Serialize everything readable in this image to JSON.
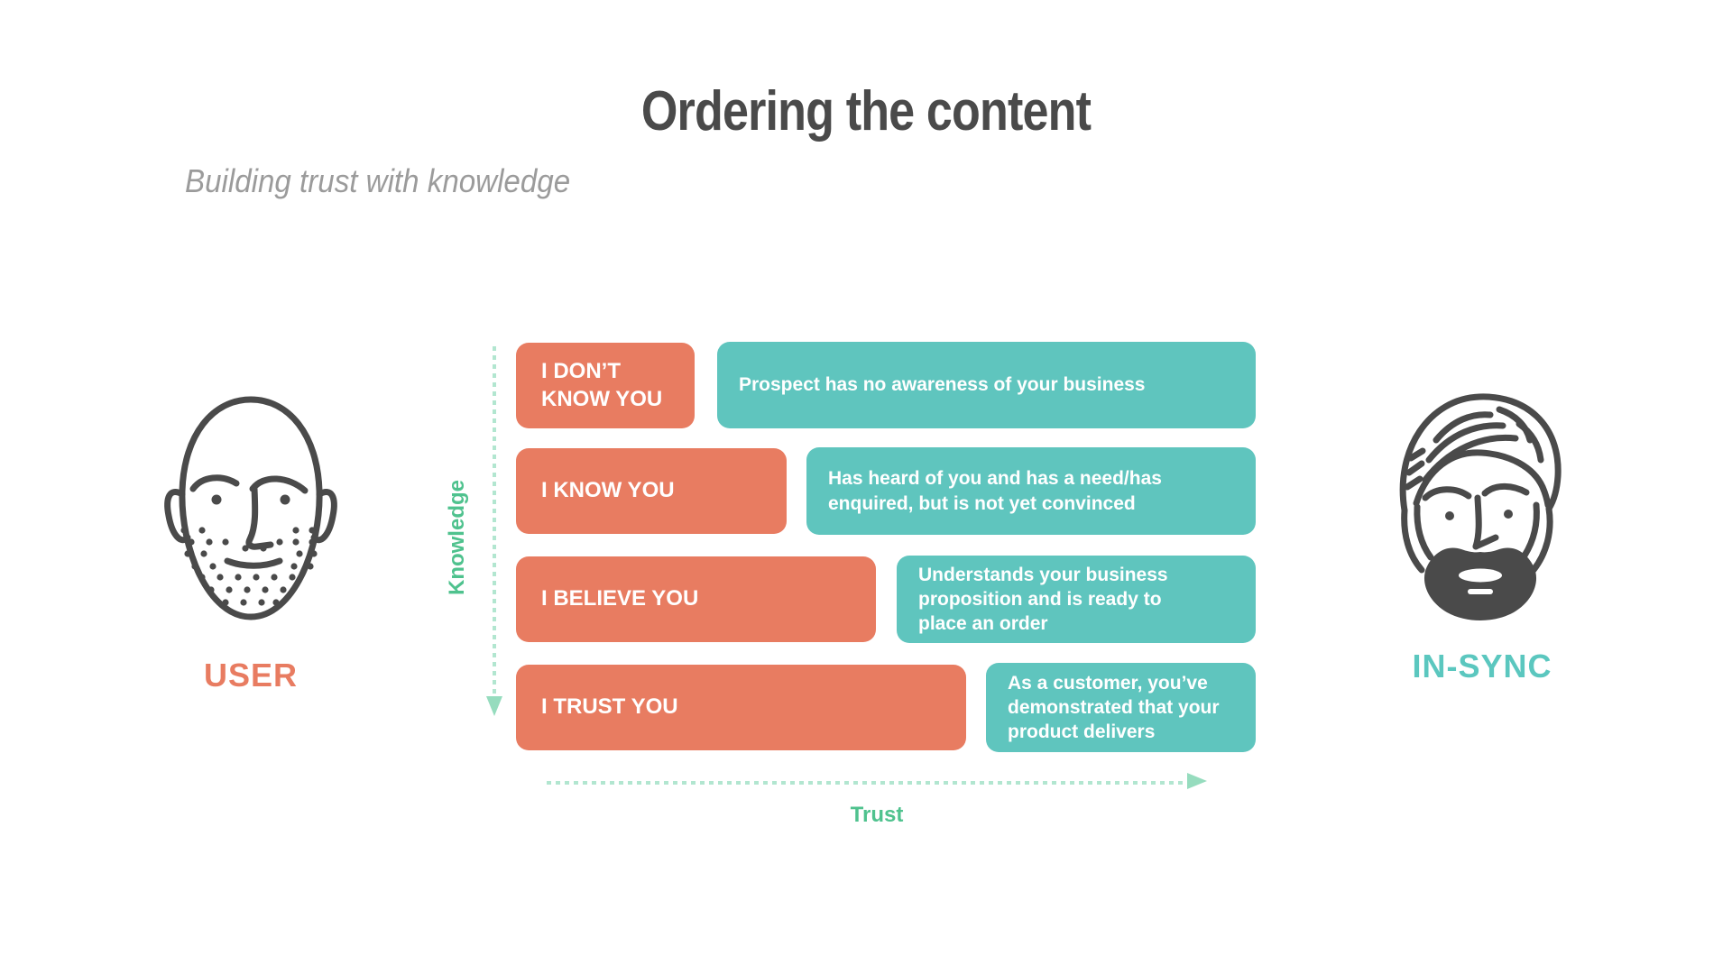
{
  "title": "Ordering the content",
  "subtitle": "Building trust with knowledge",
  "axes": {
    "vertical_label": "Knowledge",
    "horizontal_label": "Trust"
  },
  "stages": [
    {
      "stage": "I DON’T\nKNOW YOU",
      "description": "Prospect has no awareness of your business"
    },
    {
      "stage": "I KNOW YOU",
      "description": "Has heard of you and has a need/has\nenquired, but is not yet convinced"
    },
    {
      "stage": "I BELIEVE YOU",
      "description": "Understands your business\nproposition and is ready to\nplace an order"
    },
    {
      "stage": "I TRUST YOU",
      "description": "As a customer, you’ve\ndemonstrated that your\nproduct delivers"
    }
  ],
  "personas": {
    "left": {
      "label": "USER",
      "icon": "bald-stubble-face-icon"
    },
    "right": {
      "label": "IN-SYNC",
      "icon": "bearded-man-face-icon"
    }
  },
  "colors": {
    "stage_box": "#E87C61",
    "description_box": "#5FC5BE",
    "axis_label": "#4FC28E",
    "axis_dots": "#B2E6D0",
    "arrow": "#96DCBE",
    "title": "#4A4A4A",
    "subtitle": "#9B9B9B",
    "user_label": "#E87C61",
    "insync_label": "#5BC7BF",
    "face_stroke": "#4A4A4A"
  }
}
